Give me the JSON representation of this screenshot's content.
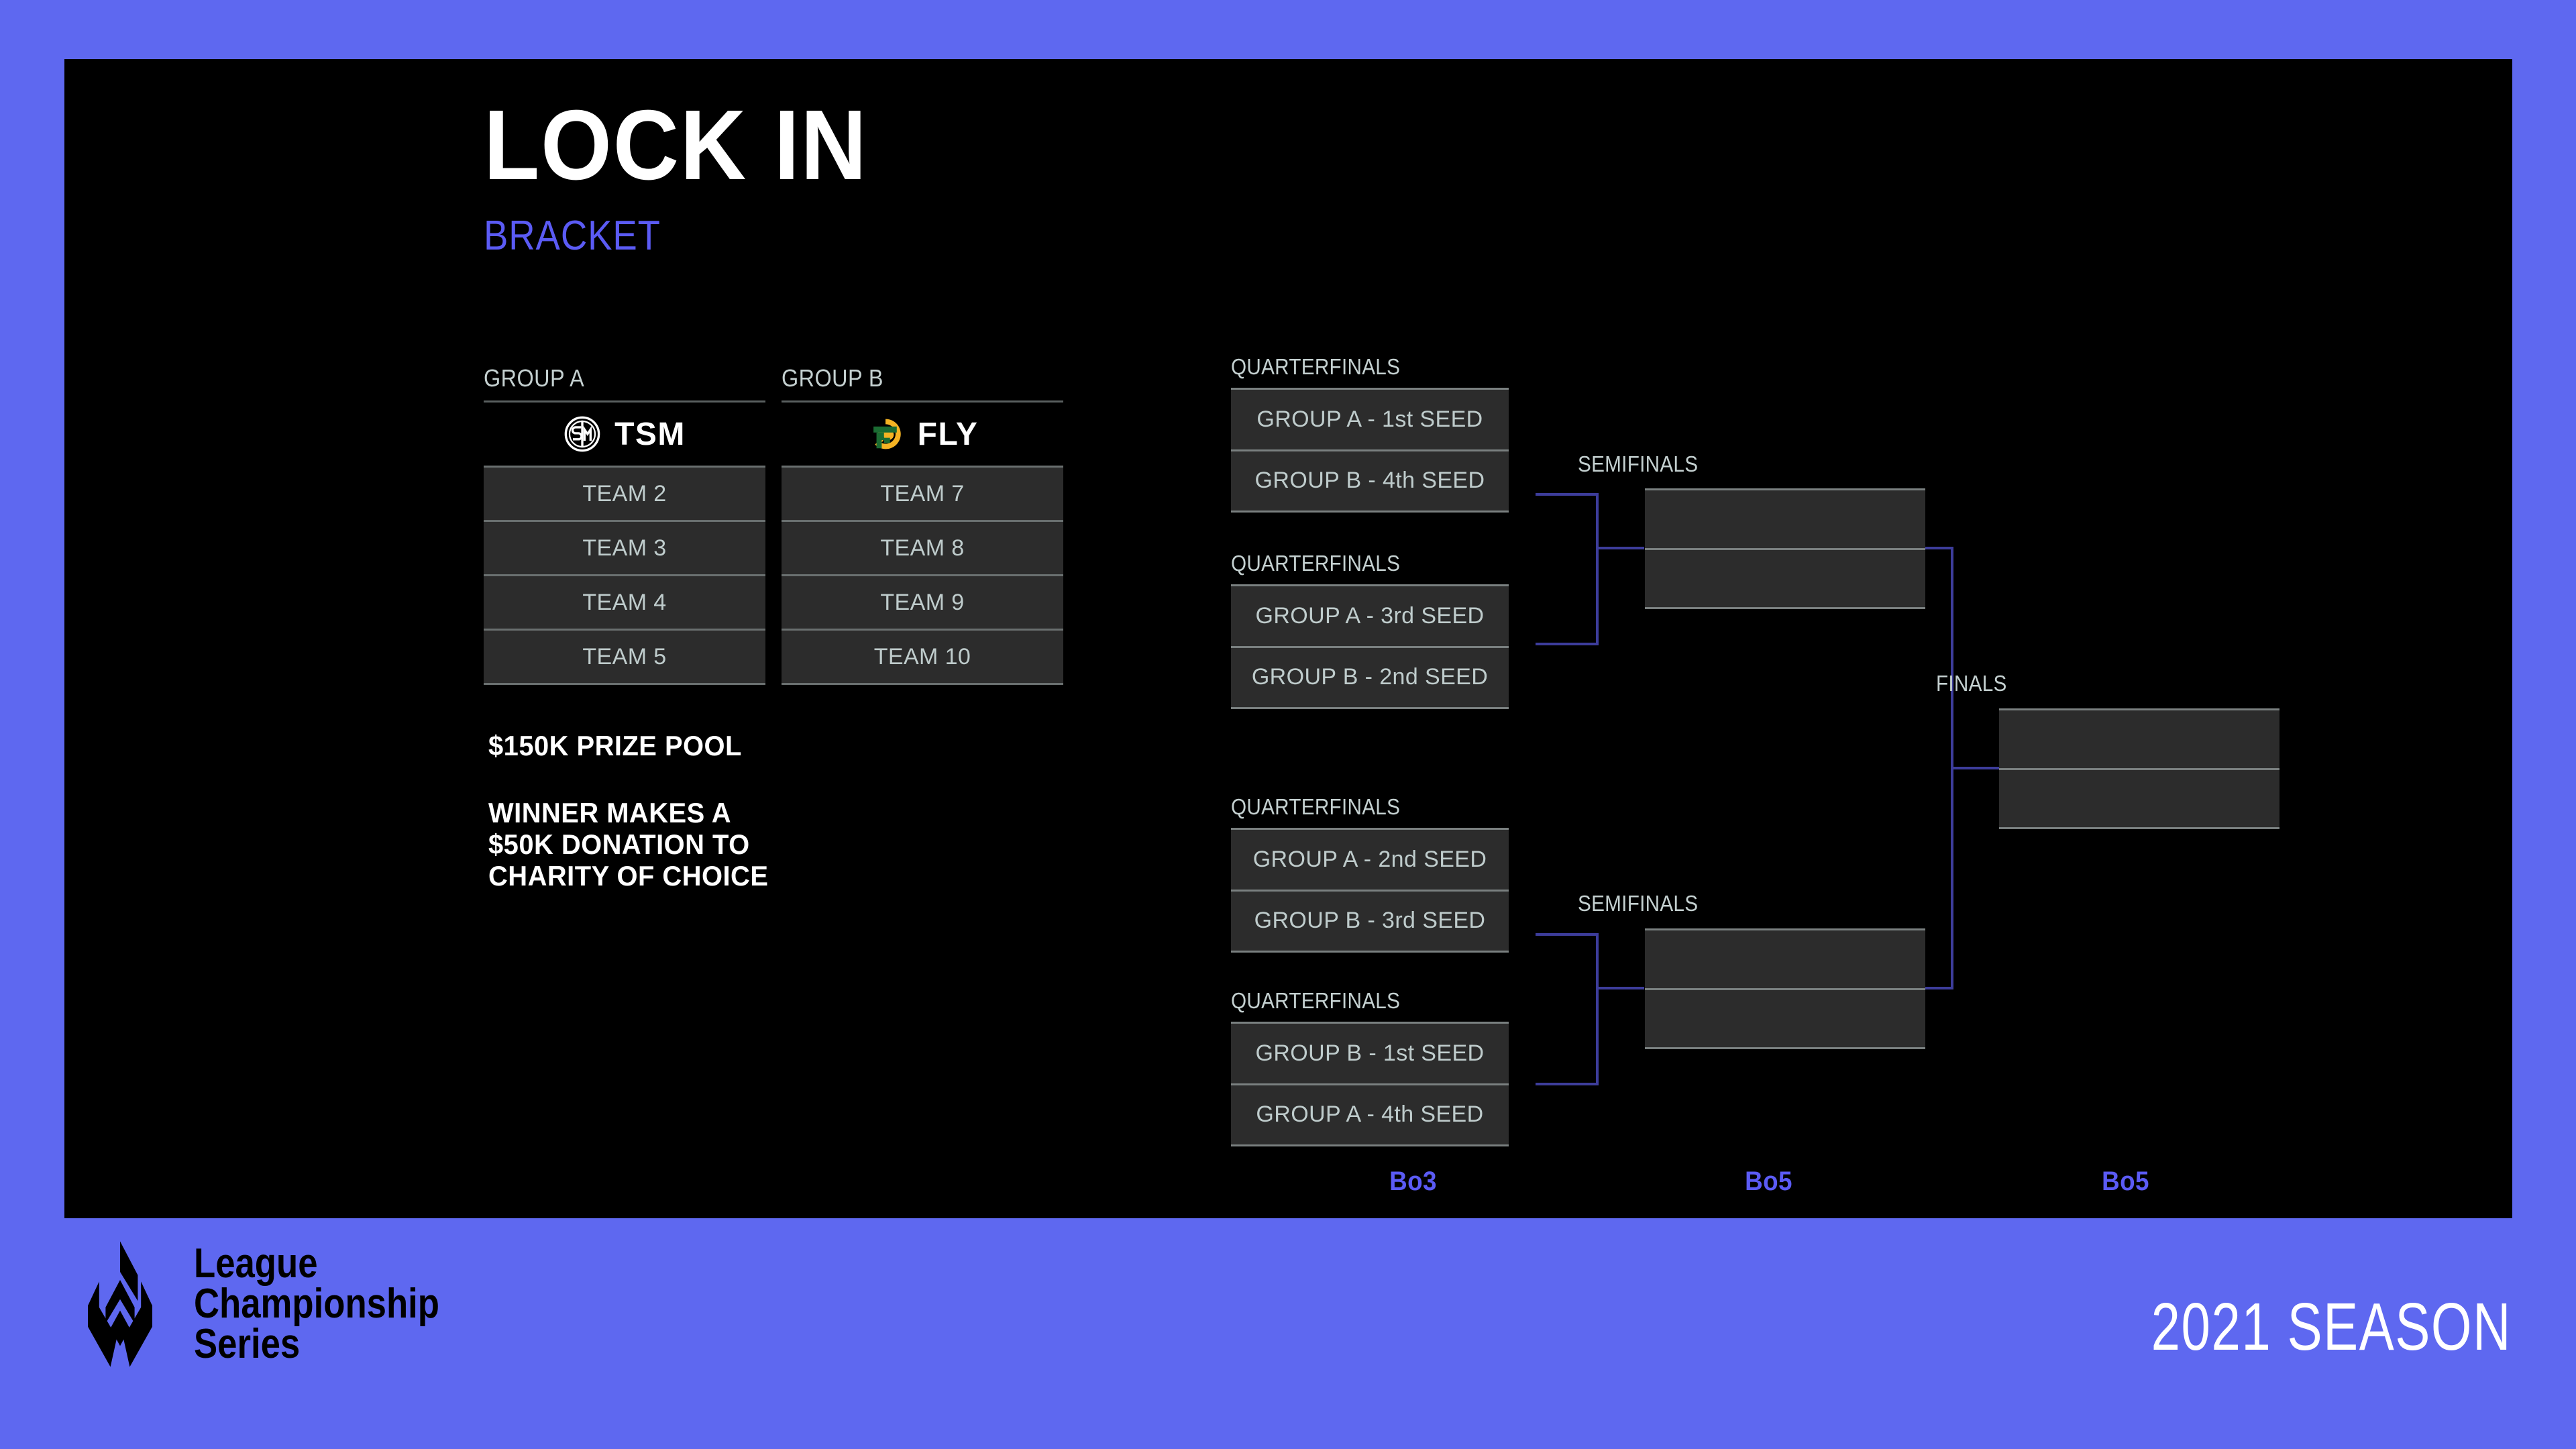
{
  "theme": {
    "background_purple": "#5E68F0",
    "stage_black": "#000000",
    "accent_blue": "#5B5BF5",
    "connector_indigo": "#3D3D9B",
    "box_fill": "#2C2C2C",
    "box_border": "#7A8080",
    "muted_text": "#BFCCCC"
  },
  "header": {
    "title": "LOCK IN",
    "subtitle": "BRACKET"
  },
  "groups": [
    {
      "label": "GROUP A",
      "top_team": {
        "tag": "TSM",
        "logo": "tsm-logo"
      },
      "teams": [
        "TEAM 2",
        "TEAM 3",
        "TEAM 4",
        "TEAM 5"
      ]
    },
    {
      "label": "GROUP B",
      "top_team": {
        "tag": "FLY",
        "logo": "flyquest-logo"
      },
      "teams": [
        "TEAM 7",
        "TEAM 8",
        "TEAM 9",
        "TEAM 10"
      ]
    }
  ],
  "prize": {
    "pool": "$150K PRIZE POOL",
    "donation": "WINNER MAKES A\n$50K DONATION TO\nCHARITY OF CHOICE"
  },
  "bracket": {
    "round_labels": {
      "quarterfinals": "QUARTERFINALS",
      "semifinals": "SEMIFINALS",
      "finals": "FINALS"
    },
    "quarterfinals": [
      {
        "top": "GROUP A - 1st SEED",
        "bottom": "GROUP B - 4th SEED"
      },
      {
        "top": "GROUP A - 3rd SEED",
        "bottom": "GROUP B - 2nd SEED"
      },
      {
        "top": "GROUP A - 2nd SEED",
        "bottom": "GROUP B - 3rd SEED"
      },
      {
        "top": "GROUP B - 1st SEED",
        "bottom": "GROUP A - 4th SEED"
      }
    ],
    "semifinals": [
      {
        "top": "",
        "bottom": ""
      },
      {
        "top": "",
        "bottom": ""
      }
    ],
    "finals": {
      "top": "",
      "bottom": ""
    },
    "series_formats": [
      {
        "round": "quarterfinals",
        "label": "Bo3"
      },
      {
        "round": "semifinals",
        "label": "Bo5"
      },
      {
        "round": "finals",
        "label": "Bo5"
      }
    ]
  },
  "footer": {
    "logo_name": "lcs-logo",
    "wordmark": "League\nChampionship\nSeries",
    "season": "2021 SEASON"
  }
}
